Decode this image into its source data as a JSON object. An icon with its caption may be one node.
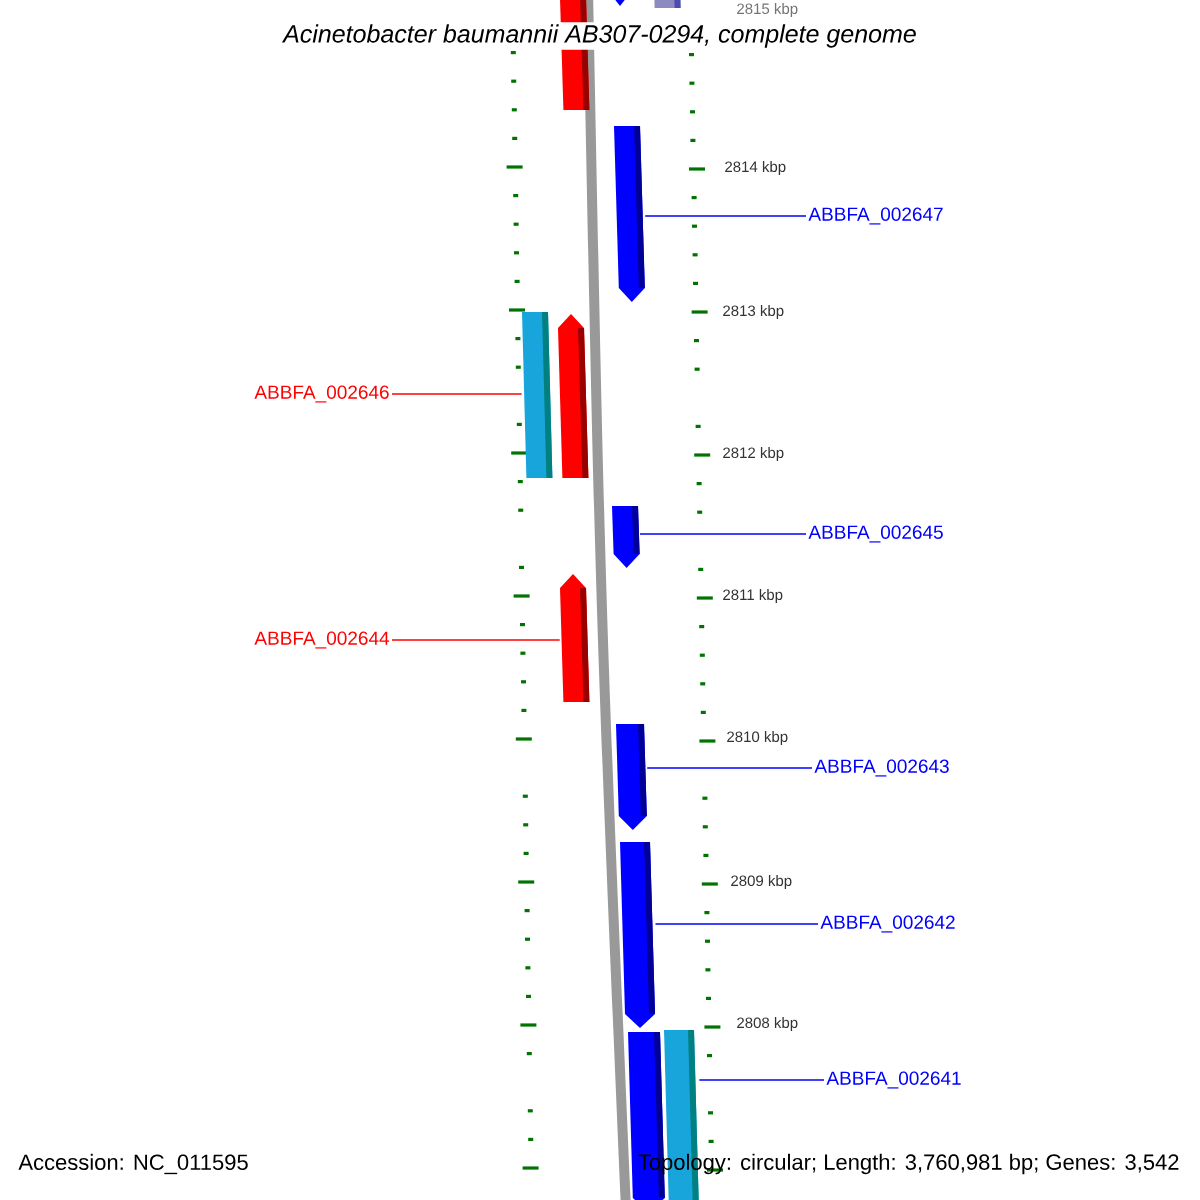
{
  "diagram": {
    "title": "Acinetobacter baumannii AB307-0294, complete genome",
    "nodes": [
      {
        "text": [],
        "shape": "arrow"
      },
      {
        "text": [],
        "shape": "arrow"
      },
      {
        "text": [],
        "shape": "box"
      },
      {
        "text": [],
        "shape": "arrow"
      },
      {
        "text": [],
        "shape": "box"
      },
      {
        "text": [],
        "shape": "arrow"
      },
      {
        "text": [],
        "shape": "arrow"
      },
      {
        "text": [],
        "shape": "arrow"
      },
      {
        "text": [],
        "shape": "arrow"
      },
      {
        "text": [],
        "shape": "arrow"
      },
      {
        "text": [],
        "shape": "arrow"
      },
      {
        "text": [],
        "shape": "box"
      },
      {
        "text": [
          "ABBFA_002647"
        ]
      },
      {
        "text": [
          "ABBFA_002646"
        ]
      },
      {
        "text": [
          "ABBFA_002645"
        ]
      },
      {
        "text": [
          "ABBFA_002644"
        ]
      },
      {
        "text": [
          "ABBFA_002643"
        ]
      },
      {
        "text": [
          "ABBFA_002642"
        ]
      },
      {
        "text": [
          "ABBFA_002641"
        ]
      }
    ],
    "edges": [
      {
        "from": 12,
        "to": 3,
        "arrow": "none"
      },
      {
        "from": 13,
        "to": 4,
        "arrow": "none",
        "color": "#ff0000"
      },
      {
        "from": 14,
        "to": 6,
        "arrow": "none"
      },
      {
        "from": 15,
        "to": 7,
        "arrow": "none",
        "color": "#ff0000"
      },
      {
        "from": 16,
        "to": 8,
        "arrow": "none"
      },
      {
        "from": 17,
        "to": 9,
        "arrow": "none"
      },
      {
        "from": 18,
        "to": 11,
        "arrow": "none"
      }
    ],
    "labels": [
      "2815 kbp",
      "2814 kbp",
      "2813 kbp",
      "2812 kbp",
      "2811 kbp",
      "2810 kbp",
      "2809 kbp",
      "2808 kbp",
      "Accession: NC_011595",
      "Topology: circular; Length: 3,760,981 bp; Genes: 3,542"
    ]
  }
}
